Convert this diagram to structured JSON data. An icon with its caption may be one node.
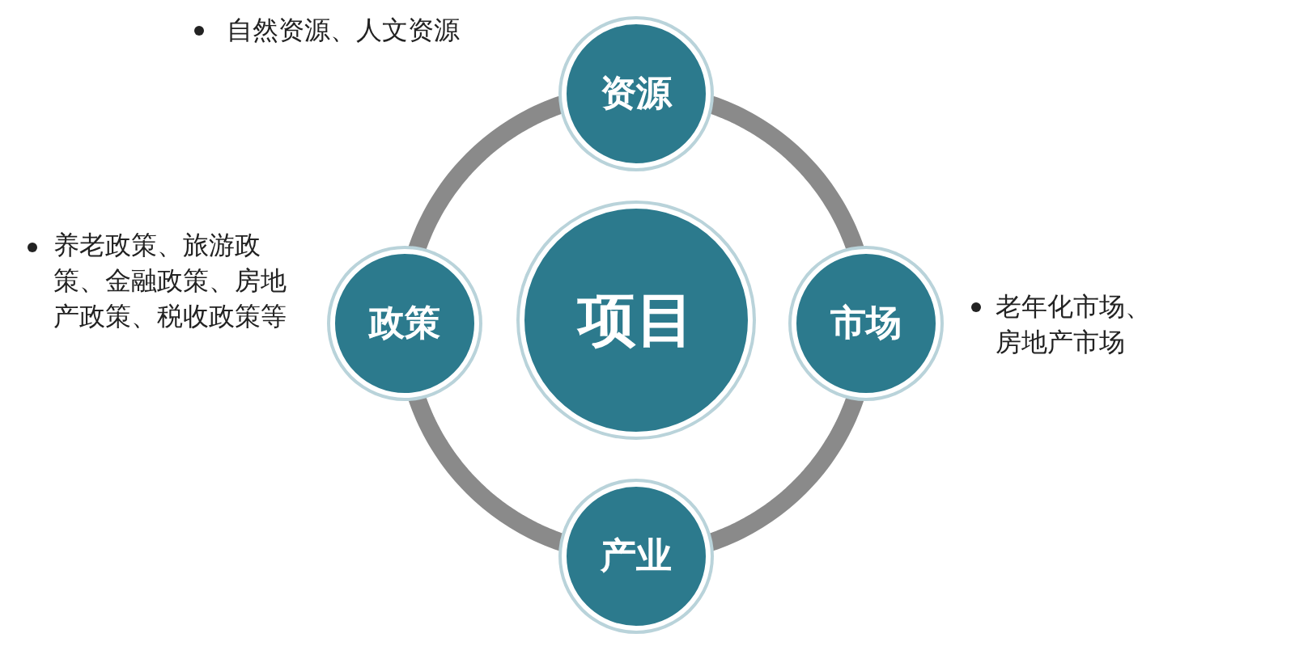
{
  "diagram": {
    "nodes": [
      {
        "text": [
          "资源"
        ],
        "beside": [
          "自然资源、人文资源"
        ]
      },
      {
        "text": [
          "政策"
        ],
        "beside": [
          "养老政策、旅游政策、金融政策、房地产政策、税收政策等"
        ]
      },
      {
        "text": [
          "项目"
        ]
      },
      {
        "text": [
          "市场"
        ],
        "beside": [
          "老年化市场、房地产市场"
        ]
      },
      {
        "text": [
          "产业"
        ]
      }
    ],
    "edges": [
      {
        "from": 0,
        "to": 3,
        "arrow": "none"
      },
      {
        "from": 3,
        "to": 4,
        "arrow": "none"
      },
      {
        "from": 4,
        "to": 1,
        "arrow": "none"
      },
      {
        "from": 1,
        "to": 0,
        "arrow": "none"
      }
    ]
  }
}
